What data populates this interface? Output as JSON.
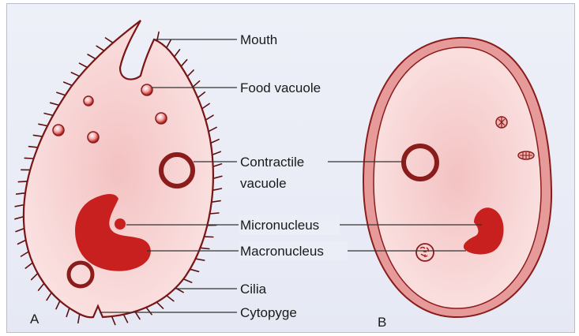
{
  "diagram": {
    "labels": {
      "mouth": "Mouth",
      "food_vacuole": "Food vacuole",
      "contractile_line1": "Contractile",
      "contractile_line2": "vacuole",
      "micronucleus": "Micronucleus",
      "macronucleus": "Macronucleus",
      "cilia": "Cilia",
      "cytopyge": "Cytopyge"
    },
    "panel_tags": {
      "a": "A",
      "b": "B"
    },
    "colors": {
      "outline": "#8a1c1c",
      "cell_fill_center": "#f6c9c9",
      "cell_fill_edge": "#fbe3e3",
      "nucleus": "#c81f1f",
      "cyst_wall": "#e79a9a",
      "leader_line": "#333333"
    }
  }
}
